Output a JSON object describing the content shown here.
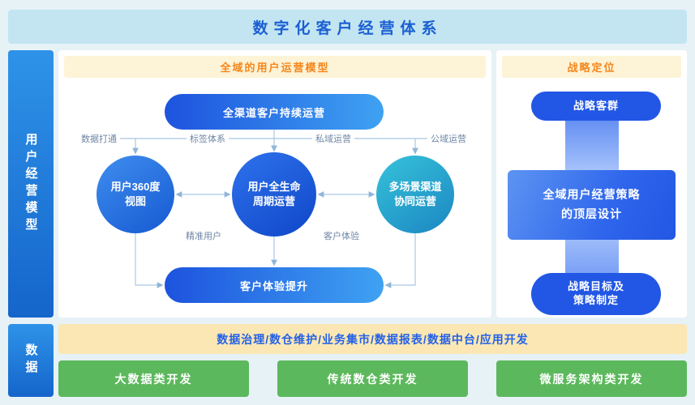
{
  "title": "数字化客户经营体系",
  "left_sidebar": {
    "top_label": "用户经营模型",
    "bottom_label": "数据"
  },
  "main_panel": {
    "header": "全域的用户运营模型",
    "top_pill": "全渠道客户持续运营",
    "bottom_pill": "客户体验提升",
    "circles": [
      {
        "label": "用户360度\n视图"
      },
      {
        "label": "用户全生命\n周期运营"
      },
      {
        "label": "多场景渠道\n协同运营"
      }
    ],
    "edge_labels": [
      "数据打通",
      "标签体系",
      "私域运营",
      "公域运营",
      "精准用户",
      "客户体验"
    ]
  },
  "right_panel": {
    "header": "战略定位",
    "top_pill": "战略客群",
    "center_box": "全域用户经营策略\n的顶层设计",
    "bottom_pill": "战略目标及\n策略制定"
  },
  "bottom_section": {
    "data_bar": "数据治理/数仓维护/业务集市/数据报表/数据中台/应用开发",
    "dev_buttons": [
      "大数据类开发",
      "传统数仓类开发",
      "微服务架构类开发"
    ]
  },
  "colors": {
    "title_text": "#1b5fd3",
    "banner_bg": "#c2e5f1",
    "sidebar_blue": "#1f7dd9",
    "header_strip_bg": "#fdf3d6",
    "header_strip_text": "#f5861b",
    "pill_blue": "#2257e5",
    "green_button": "#5cb85c",
    "data_bar_bg": "#fbe7b3"
  }
}
